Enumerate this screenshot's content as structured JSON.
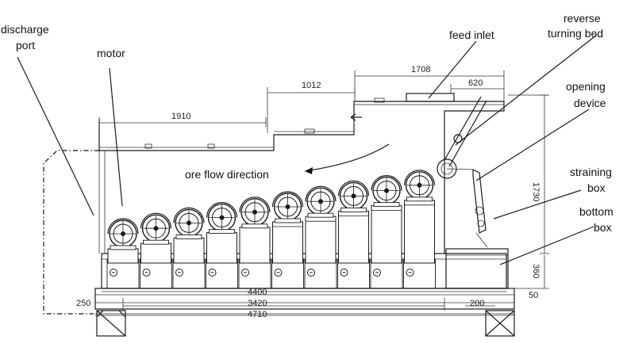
{
  "labels": {
    "discharge_port": [
      "discharge",
      "port"
    ],
    "motor": "motor",
    "feed_inlet": "feed inlet",
    "reverse_turning_bed": [
      "reverse",
      "turning bed"
    ],
    "opening_device": [
      "opening",
      "device"
    ],
    "ore_flow_direction": "ore flow direction",
    "straining_box": [
      "straining",
      "box"
    ],
    "bottom_box": [
      "bottom",
      "box"
    ]
  },
  "dimensions": {
    "d1910": "1910",
    "d1012": "1012",
    "d1708": "1708",
    "d620": "620",
    "d1730": "1730",
    "d360": "360",
    "d250": "250",
    "d4400": "4400",
    "d3420": "3420",
    "d4710": "4710",
    "d200": "200",
    "d50": "50"
  },
  "rollers": {
    "count": 10,
    "colors": {
      "line": "#1a1a1a",
      "background": "#ffffff"
    }
  }
}
